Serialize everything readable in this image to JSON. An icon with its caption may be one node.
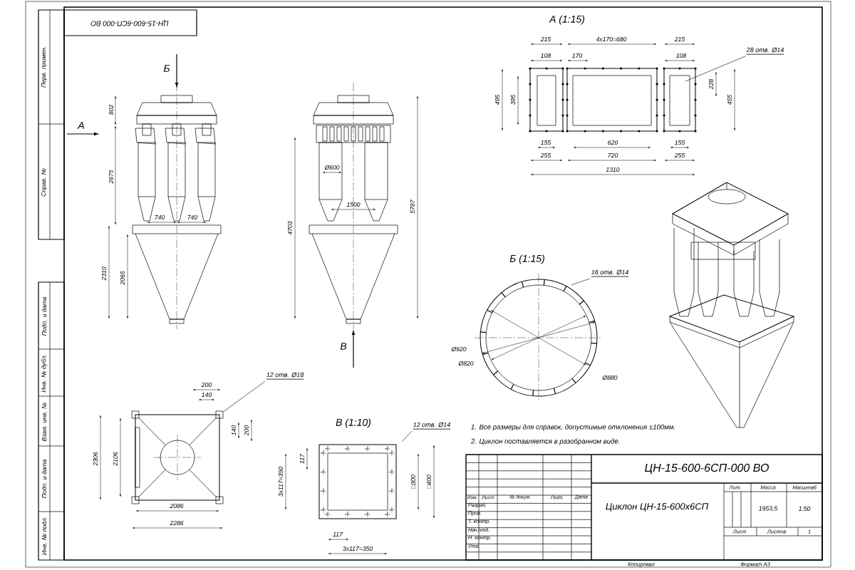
{
  "diagram": {
    "nodes": [
      {
        "text": [
          "28 отв. Ø14"
        ]
      },
      {
        "text": [
          "16 отв. Ø14"
        ]
      },
      {
        "text": [
          "12 отв. Ø18"
        ]
      },
      {
        "text": [
          "12 отв. Ø14"
        ]
      },
      {
        "text": [],
        "shape": "box"
      }
    ],
    "edges": [
      {
        "from": 0,
        "to": null,
        "arrow": "none"
      },
      {
        "from": 1,
        "to": null,
        "arrow": "none"
      },
      {
        "from": 2,
        "to": 4,
        "arrow": "none"
      },
      {
        "from": 3,
        "to": null,
        "arrow": "none"
      }
    ],
    "labels": [
      "ЦН-15-600-6СП-000 ВО",
      "Перв. примен.",
      "Справ. №",
      "Подп. и дата",
      "Инв. № дубл.",
      "Взам. инв. №",
      "Подп. и дата",
      "Инв. № подл.",
      "Б",
      "А",
      "802",
      "2675",
      "740",
      "740",
      "2310",
      "2065",
      "Ø600",
      "1500",
      "4703",
      "5787",
      "В",
      "А (1:15)",
      "215",
      "4x170=680",
      "215",
      "108",
      "170",
      "108",
      "495",
      "395",
      "228",
      "455",
      "155",
      "620",
      "155",
      "255",
      "720",
      "255",
      "1310",
      "Б (1:15)",
      "Ø920",
      "Ø820",
      "Ø880",
      "200",
      "140",
      "140",
      "200",
      "2306",
      "2106",
      "2086",
      "2286",
      "В (1:10)",
      "117",
      "3x117=350",
      "□300",
      "□400",
      "117",
      "3x117=350",
      "1. Все размеры для справок, допустимые отклонения ±100мм.",
      "2. Циклон поставляется в разобранном виде.",
      "ЦН-15-600-6СП-000 ВО",
      "Изм.",
      "Лист",
      "№ докум.",
      "Подп.",
      "Дата",
      "Разраб.",
      "Пров.",
      "Т. контр.",
      "Нач.отд.",
      "Н. контр.",
      "Утв.",
      "Циклон ЦН-15-600х6СП",
      "Лит.",
      "Масса",
      "Масштаб",
      "1953,5",
      "1:50",
      "Лист",
      "Листов",
      "1",
      "Копировал",
      "Формат А3"
    ]
  }
}
